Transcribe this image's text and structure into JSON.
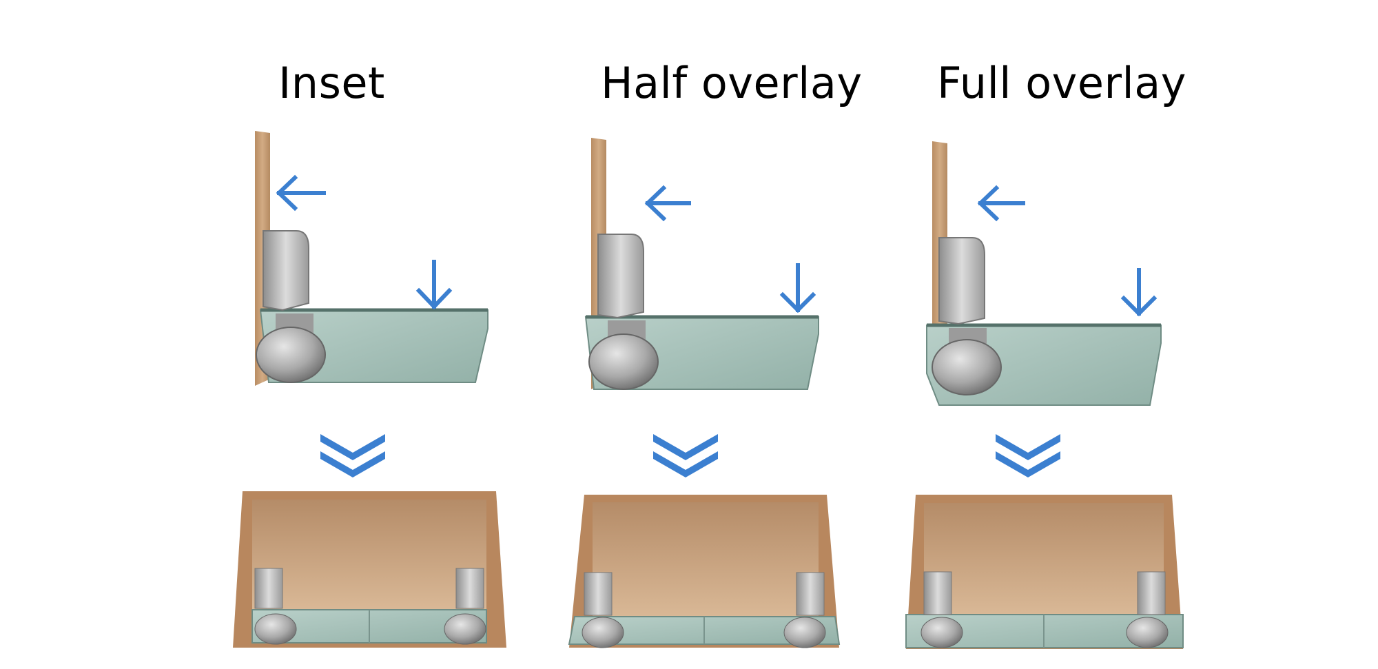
{
  "columns": [
    {
      "id": "inset",
      "title": "Inset"
    },
    {
      "id": "half-overlay",
      "title": "Half overlay"
    },
    {
      "id": "full-overlay",
      "title": "Full overlay"
    }
  ],
  "colors": {
    "wood": "#c9a17a",
    "wood_dark": "#a87f58",
    "glass": "#a9c3bb",
    "glass_edge": "#6f8c84",
    "metal": "#b9b9b9",
    "arrow": "#3b7fd0"
  },
  "icons": [
    "arrow-left-icon",
    "arrow-down-icon",
    "double-chevron-down-icon"
  ]
}
